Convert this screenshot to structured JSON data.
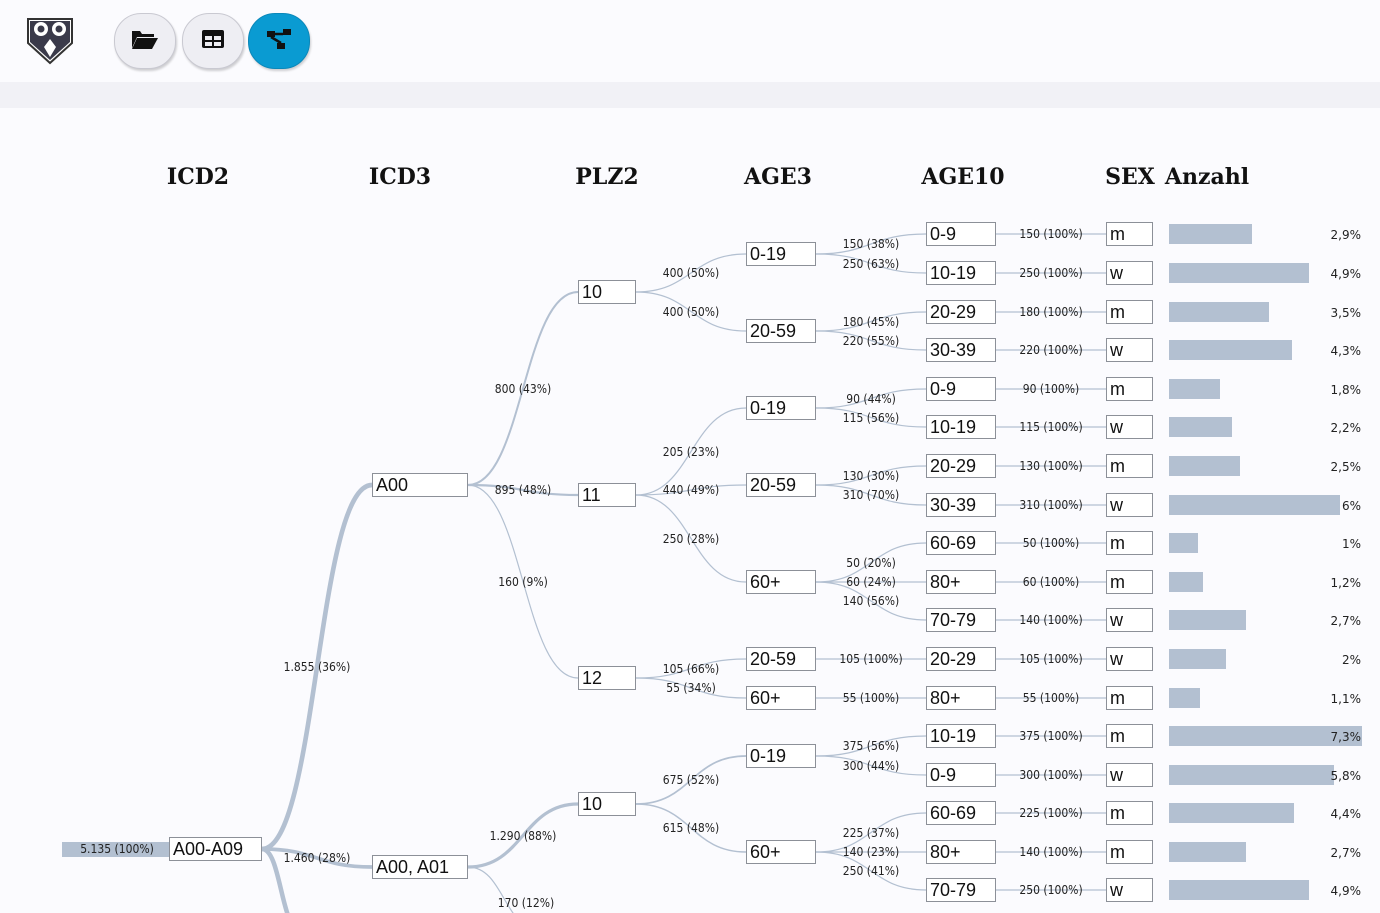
{
  "toolbar": {
    "logo_icon": "owl-logo-icon",
    "buttons": [
      {
        "icon": "folder-open-icon",
        "active": false
      },
      {
        "icon": "table-icon",
        "active": false
      },
      {
        "icon": "tree-diagram-icon",
        "active": true
      }
    ],
    "accent_color": "#0a9bd2"
  },
  "headers": [
    "ICD2",
    "ICD3",
    "PLZ2",
    "AGE3",
    "AGE10",
    "SEX",
    "Anzahl"
  ],
  "root_label": "5.135 (100%)",
  "nodes": [
    {
      "id": "icd2_a00a09",
      "col": 0,
      "text": "A00-A09"
    },
    {
      "id": "icd3_a00",
      "col": 1,
      "text": "A00"
    },
    {
      "id": "icd3_a00a01",
      "col": 1,
      "text": "A00, A01"
    },
    {
      "id": "plz_10a",
      "col": 2,
      "text": "10"
    },
    {
      "id": "plz_11",
      "col": 2,
      "text": "11"
    },
    {
      "id": "plz_12",
      "col": 2,
      "text": "12"
    },
    {
      "id": "plz_10b",
      "col": 2,
      "text": "10"
    },
    {
      "id": "age3_1",
      "col": 3,
      "text": "0-19"
    },
    {
      "id": "age3_2",
      "col": 3,
      "text": "20-59"
    },
    {
      "id": "age3_3",
      "col": 3,
      "text": "0-19"
    },
    {
      "id": "age3_4",
      "col": 3,
      "text": "20-59"
    },
    {
      "id": "age3_5",
      "col": 3,
      "text": "60+"
    },
    {
      "id": "age3_6",
      "col": 3,
      "text": "20-59"
    },
    {
      "id": "age3_7",
      "col": 3,
      "text": "60+"
    },
    {
      "id": "age3_8",
      "col": 3,
      "text": "0-19"
    },
    {
      "id": "age3_9",
      "col": 3,
      "text": "60+"
    }
  ],
  "leaves": [
    {
      "age10": "0-9",
      "sex": "m",
      "pct": "2,9%",
      "share": 0.029
    },
    {
      "age10": "10-19",
      "sex": "w",
      "pct": "4,9%",
      "share": 0.049
    },
    {
      "age10": "20-29",
      "sex": "m",
      "pct": "3,5%",
      "share": 0.035
    },
    {
      "age10": "30-39",
      "sex": "w",
      "pct": "4,3%",
      "share": 0.043
    },
    {
      "age10": "0-9",
      "sex": "m",
      "pct": "1,8%",
      "share": 0.018
    },
    {
      "age10": "10-19",
      "sex": "w",
      "pct": "2,2%",
      "share": 0.022
    },
    {
      "age10": "20-29",
      "sex": "m",
      "pct": "2,5%",
      "share": 0.025
    },
    {
      "age10": "30-39",
      "sex": "w",
      "pct": "6%",
      "share": 0.06
    },
    {
      "age10": "60-69",
      "sex": "m",
      "pct": "1%",
      "share": 0.01
    },
    {
      "age10": "80+",
      "sex": "m",
      "pct": "1,2%",
      "share": 0.012
    },
    {
      "age10": "70-79",
      "sex": "w",
      "pct": "2,7%",
      "share": 0.027
    },
    {
      "age10": "20-29",
      "sex": "w",
      "pct": "2%",
      "share": 0.02
    },
    {
      "age10": "80+",
      "sex": "m",
      "pct": "1,1%",
      "share": 0.011
    },
    {
      "age10": "10-19",
      "sex": "m",
      "pct": "7,3%",
      "share": 0.073
    },
    {
      "age10": "0-9",
      "sex": "w",
      "pct": "5,8%",
      "share": 0.058
    },
    {
      "age10": "60-69",
      "sex": "m",
      "pct": "4,4%",
      "share": 0.044
    },
    {
      "age10": "80+",
      "sex": "m",
      "pct": "2,7%",
      "share": 0.027
    },
    {
      "age10": "70-79",
      "sex": "w",
      "pct": "4,9%",
      "share": 0.049
    }
  ],
  "links": [
    {
      "from": "root",
      "to": "icd2_a00a09",
      "label": "5.135 (100%)",
      "value": 5135
    },
    {
      "from": "icd2_a00a09",
      "to": "icd3_a00",
      "label": "1.855 (36%)",
      "value": 1855
    },
    {
      "from": "icd2_a00a09",
      "to": "icd3_a00a01",
      "label": "1.460 (28%)",
      "value": 1460
    },
    {
      "from": "icd2_a00a09",
      "to": "offscreen",
      "label": "",
      "value": 1820
    },
    {
      "from": "icd3_a00",
      "to": "plz_10a",
      "label": "800 (43%)",
      "value": 800
    },
    {
      "from": "icd3_a00",
      "to": "plz_11",
      "label": "895 (48%)",
      "value": 895
    },
    {
      "from": "icd3_a00",
      "to": "plz_12",
      "label": "160 (9%)",
      "value": 160
    },
    {
      "from": "icd3_a00a01",
      "to": "plz_10b",
      "label": "1.290 (88%)",
      "value": 1290
    },
    {
      "from": "icd3_a00a01",
      "to": "offscreen2",
      "label": "170 (12%)",
      "value": 170
    },
    {
      "from": "plz_10a",
      "to": "age3_1",
      "label": "400 (50%)",
      "value": 400
    },
    {
      "from": "plz_10a",
      "to": "age3_2",
      "label": "400 (50%)",
      "value": 400
    },
    {
      "from": "plz_11",
      "to": "age3_3",
      "label": "205 (23%)",
      "value": 205
    },
    {
      "from": "plz_11",
      "to": "age3_4",
      "label": "440 (49%)",
      "value": 440
    },
    {
      "from": "plz_11",
      "to": "age3_5",
      "label": "250 (28%)",
      "value": 250
    },
    {
      "from": "plz_12",
      "to": "age3_6",
      "label": "105 (66%)",
      "value": 105
    },
    {
      "from": "plz_12",
      "to": "age3_7",
      "label": "55 (34%)",
      "value": 55
    },
    {
      "from": "plz_10b",
      "to": "age3_8",
      "label": "675 (52%)",
      "value": 675
    },
    {
      "from": "plz_10b",
      "to": "age3_9",
      "label": "615 (48%)",
      "value": 615
    },
    {
      "from": "age3_1",
      "to": "leaf_0",
      "label": "150 (38%)",
      "value": 150
    },
    {
      "from": "age3_1",
      "to": "leaf_1",
      "label": "250 (63%)",
      "value": 250
    },
    {
      "from": "age3_2",
      "to": "leaf_2",
      "label": "180 (45%)",
      "value": 180
    },
    {
      "from": "age3_2",
      "to": "leaf_3",
      "label": "220 (55%)",
      "value": 220
    },
    {
      "from": "age3_3",
      "to": "leaf_4",
      "label": "90 (44%)",
      "value": 90
    },
    {
      "from": "age3_3",
      "to": "leaf_5",
      "label": "115 (56%)",
      "value": 115
    },
    {
      "from": "age3_4",
      "to": "leaf_6",
      "label": "130 (30%)",
      "value": 130
    },
    {
      "from": "age3_4",
      "to": "leaf_7",
      "label": "310 (70%)",
      "value": 310
    },
    {
      "from": "age3_5",
      "to": "leaf_8",
      "label": "50 (20%)",
      "value": 50
    },
    {
      "from": "age3_5",
      "to": "leaf_9",
      "label": "60 (24%)",
      "value": 60
    },
    {
      "from": "age3_5",
      "to": "leaf_10",
      "label": "140 (56%)",
      "value": 140
    },
    {
      "from": "age3_6",
      "to": "leaf_11",
      "label": "105 (100%)",
      "value": 105
    },
    {
      "from": "age3_7",
      "to": "leaf_12",
      "label": "55 (100%)",
      "value": 55
    },
    {
      "from": "age3_8",
      "to": "leaf_13",
      "label": "375 (56%)",
      "value": 375
    },
    {
      "from": "age3_8",
      "to": "leaf_14",
      "label": "300 (44%)",
      "value": 300
    },
    {
      "from": "age3_9",
      "to": "leaf_15",
      "label": "225 (37%)",
      "value": 225
    },
    {
      "from": "age3_9",
      "to": "leaf_16",
      "label": "140 (23%)",
      "value": 140
    },
    {
      "from": "age3_9",
      "to": "leaf_17",
      "label": "250 (41%)",
      "value": 250
    },
    {
      "from": "leaf_0",
      "to": "sex_0",
      "label": "150 (100%)",
      "value": 150
    },
    {
      "from": "leaf_1",
      "to": "sex_1",
      "label": "250 (100%)",
      "value": 250
    },
    {
      "from": "leaf_2",
      "to": "sex_2",
      "label": "180 (100%)",
      "value": 180
    },
    {
      "from": "leaf_3",
      "to": "sex_3",
      "label": "220 (100%)",
      "value": 220
    },
    {
      "from": "leaf_4",
      "to": "sex_4",
      "label": "90 (100%)",
      "value": 90
    },
    {
      "from": "leaf_5",
      "to": "sex_5",
      "label": "115 (100%)",
      "value": 115
    },
    {
      "from": "leaf_6",
      "to": "sex_6",
      "label": "130 (100%)",
      "value": 130
    },
    {
      "from": "leaf_7",
      "to": "sex_7",
      "label": "310 (100%)",
      "value": 310
    },
    {
      "from": "leaf_8",
      "to": "sex_8",
      "label": "50 (100%)",
      "value": 50
    },
    {
      "from": "leaf_9",
      "to": "sex_9",
      "label": "60 (100%)",
      "value": 60
    },
    {
      "from": "leaf_10",
      "to": "sex_10",
      "label": "140 (100%)",
      "value": 140
    },
    {
      "from": "leaf_11",
      "to": "sex_11",
      "label": "105 (100%)",
      "value": 105
    },
    {
      "from": "leaf_12",
      "to": "sex_12",
      "label": "55 (100%)",
      "value": 55
    },
    {
      "from": "leaf_13",
      "to": "sex_13",
      "label": "375 (100%)",
      "value": 375
    },
    {
      "from": "leaf_14",
      "to": "sex_14",
      "label": "300 (100%)",
      "value": 300
    },
    {
      "from": "leaf_15",
      "to": "sex_15",
      "label": "225 (100%)",
      "value": 225
    },
    {
      "from": "leaf_16",
      "to": "sex_16",
      "label": "140 (100%)",
      "value": 140
    },
    {
      "from": "leaf_17",
      "to": "sex_17",
      "label": "250 (100%)",
      "value": 250
    }
  ],
  "colors": {
    "link": "#b3c0d1",
    "bar": "#b3c0d1",
    "node_border": "#8c9098"
  }
}
